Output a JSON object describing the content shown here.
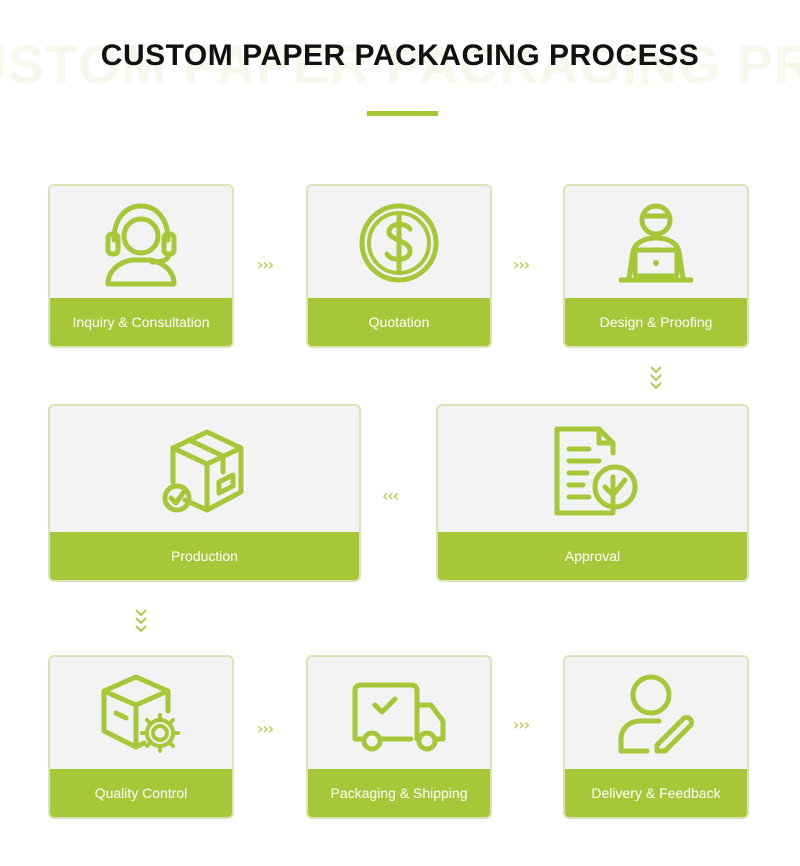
{
  "watermark": "CUSTOM PAPER PACKAGING PROCESS",
  "title": "CUSTOM PAPER PACKAGING PROCESS",
  "accent_color": "#a6c838",
  "arrow_glyph_right": "›››",
  "arrow_glyph_left": "‹‹‹",
  "steps": [
    {
      "label": "Inquiry & Consultation",
      "icon": "headset-support-icon"
    },
    {
      "label": "Quotation",
      "icon": "dollar-coin-icon"
    },
    {
      "label": "Design & Proofing",
      "icon": "person-laptop-icon"
    },
    {
      "label": "Approval",
      "icon": "document-check-icon"
    },
    {
      "label": "Production",
      "icon": "box-check-icon"
    },
    {
      "label": "Quality Control",
      "icon": "box-gear-icon"
    },
    {
      "label": "Packaging & Shipping",
      "icon": "delivery-truck-icon"
    },
    {
      "label": "Delivery & Feedback",
      "icon": "user-edit-icon"
    }
  ]
}
